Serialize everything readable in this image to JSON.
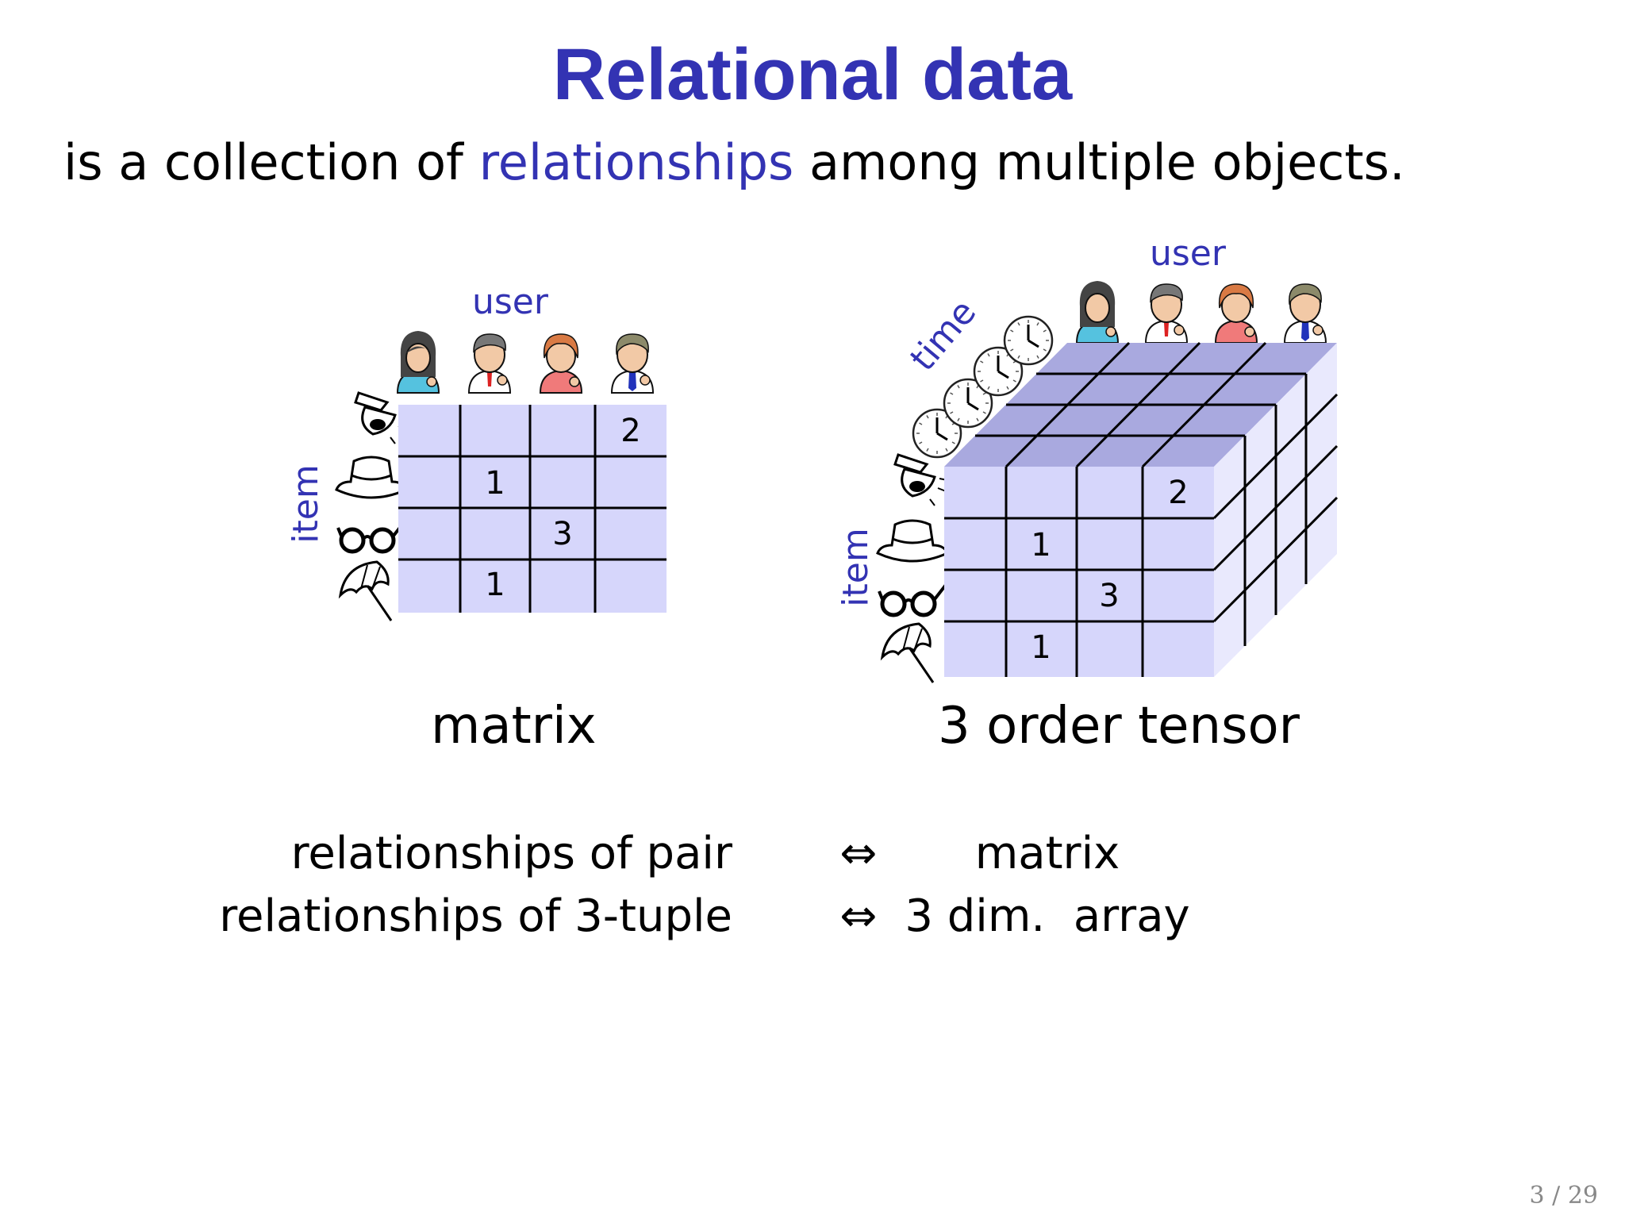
{
  "slide": {
    "title": "Relational data",
    "subtitle_before": "is a collection of ",
    "subtitle_highlight": "relationships",
    "subtitle_after": " among multiple objects.",
    "page": "3 / 29"
  },
  "matrix": {
    "caption": "matrix",
    "col_label": "user",
    "row_label": "item",
    "rows": [
      [
        "",
        "",
        "",
        "2"
      ],
      [
        "",
        "1",
        "",
        ""
      ],
      [
        "",
        "",
        "3",
        ""
      ],
      [
        "",
        "1",
        "",
        ""
      ]
    ]
  },
  "tensor": {
    "caption": "3 order tensor",
    "col_label": "user",
    "row_label": "item",
    "depth_label": "time",
    "rows": [
      [
        "",
        "",
        "",
        "2"
      ],
      [
        "",
        "1",
        "",
        ""
      ],
      [
        "",
        "",
        "3",
        ""
      ],
      [
        "",
        "1",
        "",
        ""
      ]
    ]
  },
  "correspondence": [
    {
      "left": "relationships of pair",
      "symbol": "⇔",
      "right": "matrix"
    },
    {
      "left": "relationships of 3-tuple",
      "symbol": "⇔",
      "right": "3 dim.  array"
    }
  ],
  "colors": {
    "accent": "#3333b3",
    "cell_fill": "#d6d6fb",
    "top_face": "#a9a9df",
    "side_face": "#e9e9fd"
  },
  "icons": {
    "users": [
      "woman-user-icon",
      "man-user-icon",
      "redhead-user-icon",
      "man-tie-user-icon"
    ],
    "items": [
      "lamp-icon",
      "hat-icon",
      "glasses-icon",
      "umbrella-icon"
    ],
    "time": "clock-icon"
  }
}
